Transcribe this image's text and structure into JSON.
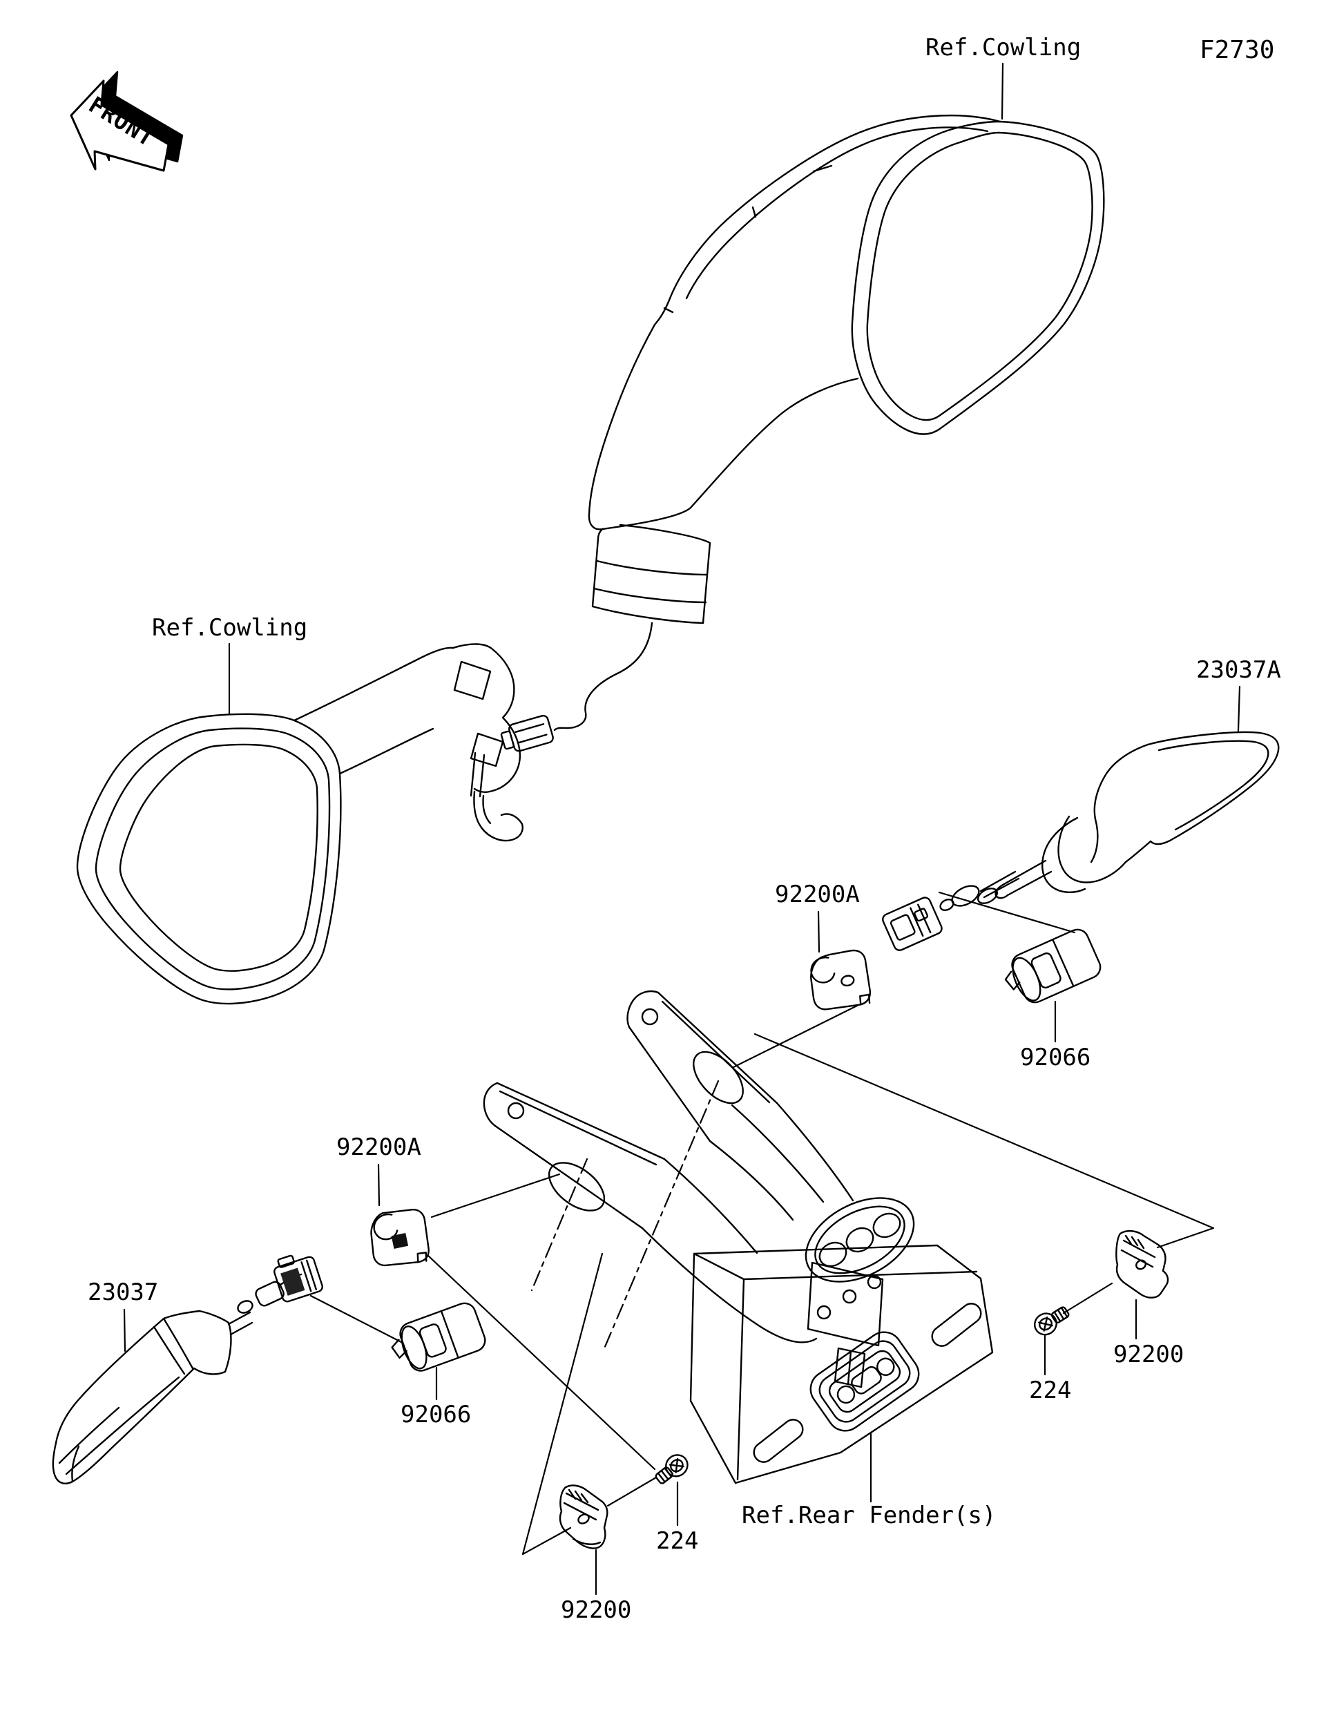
{
  "figure": {
    "code": "F2730",
    "front_marker": "FRONT"
  },
  "references": {
    "cowling_top": "Ref.Cowling",
    "cowling_left": "Ref.Cowling",
    "rear_fender": "Ref.Rear Fender(s)"
  },
  "callouts": {
    "signal_a": "23037A",
    "washer_a": "92200A",
    "damper_a": "92066",
    "washer_b": "92200A",
    "signal_b": "23037",
    "damper_b": "92066",
    "screw_a": "224",
    "clip_a": "92200",
    "clip_b": "92200",
    "screw_b": "224"
  }
}
